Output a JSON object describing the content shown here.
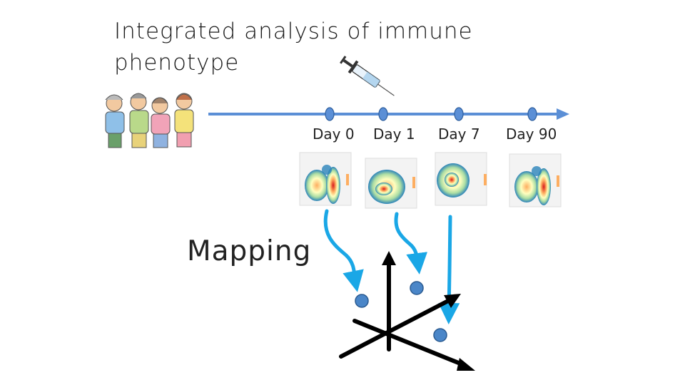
{
  "title": {
    "line1": "Integrated analysis of immune",
    "line2": "phenotype"
  },
  "timeline": {
    "days": [
      "Day 0",
      "Day 1",
      "Day 7",
      "Day 90"
    ]
  },
  "mapping_label": "Mapping",
  "icons": {
    "people": "elderly-group-icon",
    "syringe": "syringe-icon",
    "density_plot": "flow-cytometry-density-plot-icon"
  },
  "colors": {
    "timeline": "#5b8fd6",
    "arrow": "#1aa7e6",
    "point": "#4a86c8",
    "axes": "#000000"
  }
}
